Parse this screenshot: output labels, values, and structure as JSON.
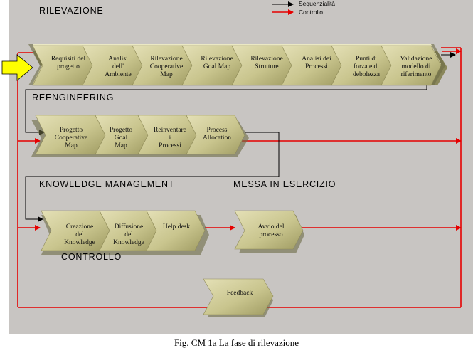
{
  "legend": {
    "sequence": "Sequenzialità",
    "control": "Controllo"
  },
  "sections": {
    "rilevazione": "RILEVAZIONE",
    "reengineering": "REENGINEERING",
    "knowledge": "KNOWLEDGE MANAGEMENT",
    "messa": "MESSA IN ESERCIZIO",
    "controllo": "CONTROLLO"
  },
  "steps": {
    "requisiti": "Requisiti del\nprogetto",
    "analisi_ambiente": "Analisi\ndell'\nAmbiente",
    "rilevazione_coop": "Rilevazione\nCooperative\nMap",
    "rilevazione_goal": "Rilevazione\nGoal Map",
    "rilevazione_strutture": "Rilevazione\nStrutture",
    "analisi_processi": "Analisi dei\nProcessi",
    "punti_forza": "Punti di\nforza e di\ndebolezza",
    "validazione": "Validazione\nmodello di\nriferimento",
    "progetto_coop": "Progetto\nCooperative\nMap",
    "progetto_goal": "Progetto\nGoal\nMap",
    "reinventare": "Reinventare\ni\nProcessi",
    "process_allocation": "Process\nAllocation",
    "creazione": "Creazione\ndel\nKnowledge",
    "diffusione": "Diffusione\ndel\nKnowledge",
    "help_desk": "Help desk",
    "avvio": "Avvio del\nprocesso",
    "feedback": "Feedback"
  },
  "caption": "Fig. CM 1a La fase di rilevazione",
  "colors": {
    "panel": "#c8c5c2",
    "shape_light": "#e2deb3",
    "shape_dark": "#b7b27a",
    "shape_deep": "#7c7a4c",
    "control_line": "#e60000",
    "sequence_line": "#000000",
    "entry_arrow": "#ffff00"
  }
}
